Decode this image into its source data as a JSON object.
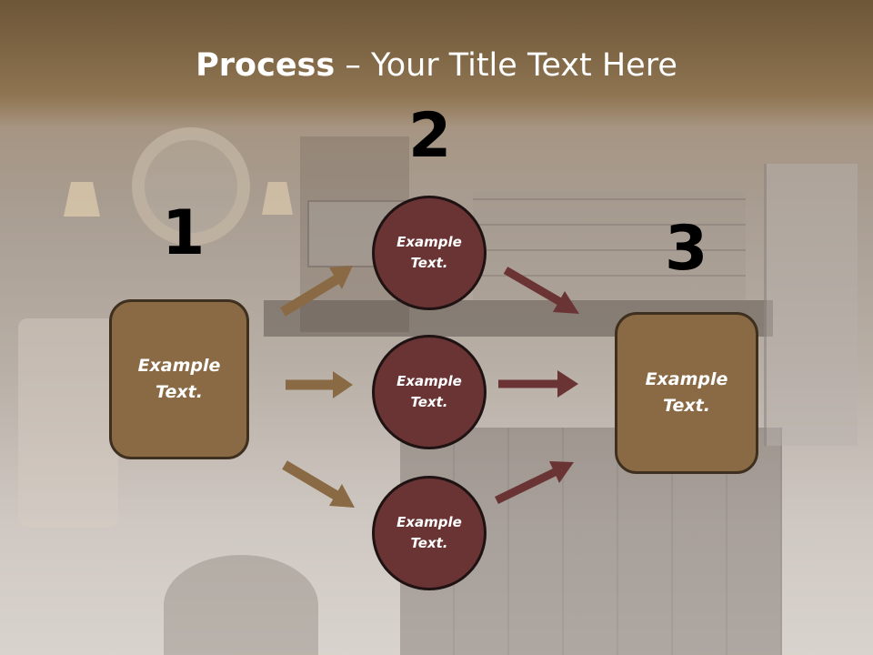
{
  "title": {
    "bold": "Process",
    "rest": " – Your Title Text Here"
  },
  "numbers": [
    "1",
    "2",
    "3"
  ],
  "left_box": {
    "text": "Example\nText."
  },
  "right_box": {
    "text": "Example\nText."
  },
  "circles": [
    {
      "text": "Example\nText."
    },
    {
      "text": "Example\nText."
    },
    {
      "text": "Example\nText."
    }
  ],
  "colors": {
    "box_fill": "#8a6a44",
    "circle_fill": "#6b3434",
    "left_arrows": "#8a6a44",
    "right_arrows": "#6b3434"
  }
}
